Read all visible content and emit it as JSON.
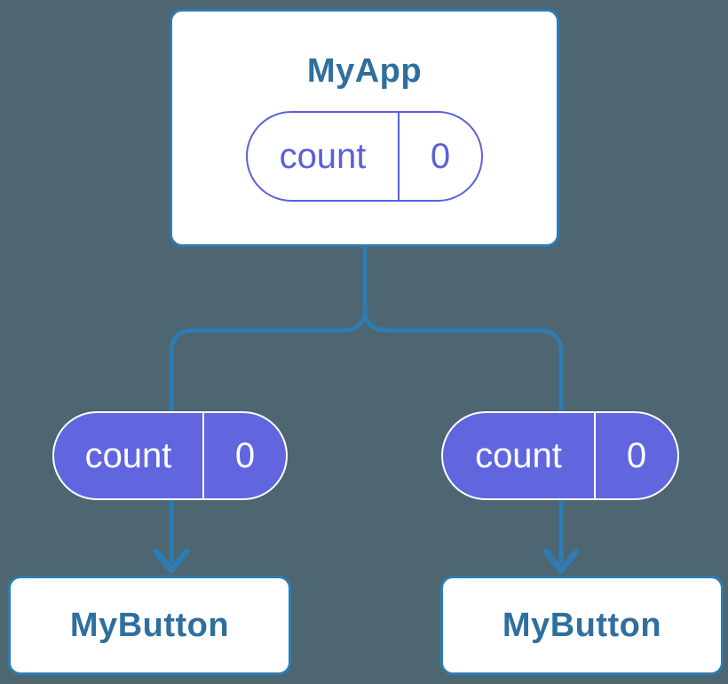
{
  "colors": {
    "background": "#4D6671",
    "line_blue": "#2E7CB3",
    "node_title_blue": "#2F6F9F",
    "purple_outline": "#5A60DC",
    "purple_fill": "#6166DF",
    "card_white": "#FFFFFF"
  },
  "root_node": {
    "label": "MyApp",
    "state_pill": {
      "name": "count",
      "value": "0"
    }
  },
  "child_nodes": [
    {
      "label": "MyButton",
      "prop_pill": {
        "name": "count",
        "value": "0"
      }
    },
    {
      "label": "MyButton",
      "prop_pill": {
        "name": "count",
        "value": "0"
      }
    }
  ]
}
